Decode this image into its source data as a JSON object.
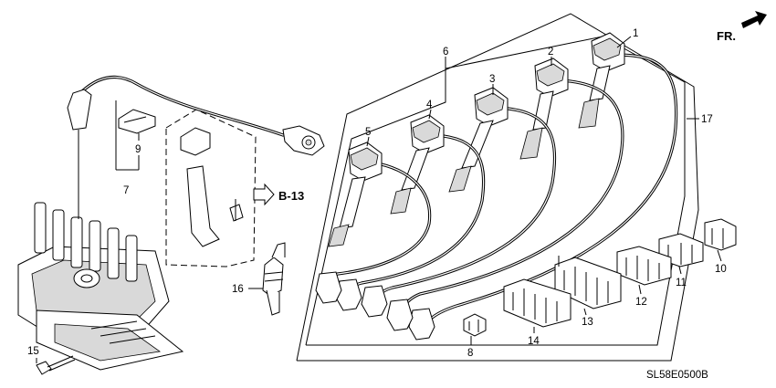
{
  "title": "",
  "callouts": {
    "c1": "1",
    "c2": "2",
    "c3": "3",
    "c4": "4",
    "c5": "5",
    "c6": "6",
    "c7": "7",
    "c8": "8",
    "c9": "9",
    "c10": "10",
    "c11": "11",
    "c12": "12",
    "c13": "13",
    "c14": "14",
    "c15": "15",
    "c16": "16",
    "c17": "17"
  },
  "reference": "B-13",
  "direction_label": "FR.",
  "diagram_code": "SL58E0500B",
  "colors": {
    "line": "#000000",
    "background": "#ffffff",
    "shade": "#d9d9d9"
  }
}
